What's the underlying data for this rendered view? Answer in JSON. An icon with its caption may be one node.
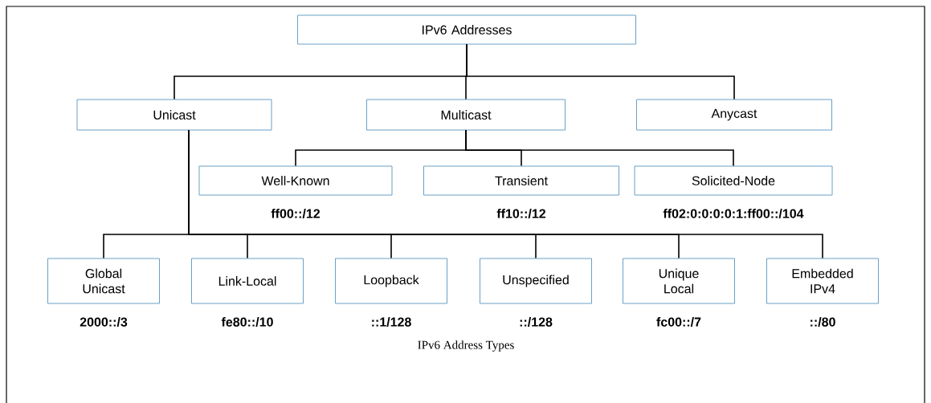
{
  "diagram": {
    "caption": "IPv6 Address Types",
    "nodes": [
      {
        "text": [
          "IPv6 Addresses"
        ]
      },
      {
        "text": [
          "Unicast"
        ]
      },
      {
        "text": [
          "Multicast"
        ]
      },
      {
        "text": [
          "Anycast"
        ]
      },
      {
        "text": [
          "Well-Known"
        ],
        "beside": [
          "ff00::/12"
        ]
      },
      {
        "text": [
          "Transient"
        ],
        "beside": [
          "ff10::/12"
        ]
      },
      {
        "text": [
          "Solicited-Node"
        ],
        "beside": [
          "ff02:0:0:0:0:1:ff00::/104"
        ]
      },
      {
        "text": [
          "Global Unicast"
        ],
        "beside": [
          "2000::/3"
        ]
      },
      {
        "text": [
          "Link-Local"
        ],
        "beside": [
          "fe80::/10"
        ]
      },
      {
        "text": [
          "Loopback"
        ],
        "beside": [
          "::1/128"
        ]
      },
      {
        "text": [
          "Unspecified"
        ],
        "beside": [
          "::/128"
        ]
      },
      {
        "text": [
          "Unique Local"
        ],
        "beside": [
          "fc00::/7"
        ]
      },
      {
        "text": [
          "Embedded IPv4"
        ],
        "beside": [
          "::/80"
        ]
      }
    ],
    "edges": [
      {
        "from": 0,
        "to": 1,
        "arrow": "none"
      },
      {
        "from": 0,
        "to": 2,
        "arrow": "none"
      },
      {
        "from": 0,
        "to": 3,
        "arrow": "none"
      },
      {
        "from": 2,
        "to": 4,
        "arrow": "none"
      },
      {
        "from": 2,
        "to": 5,
        "arrow": "none"
      },
      {
        "from": 2,
        "to": 6,
        "arrow": "none"
      },
      {
        "from": 1,
        "to": 7,
        "arrow": "none"
      },
      {
        "from": 1,
        "to": 8,
        "arrow": "none"
      },
      {
        "from": 1,
        "to": 9,
        "arrow": "none"
      },
      {
        "from": 1,
        "to": 10,
        "arrow": "none"
      },
      {
        "from": 1,
        "to": 11,
        "arrow": "none"
      },
      {
        "from": 1,
        "to": 12,
        "arrow": "none"
      }
    ]
  }
}
